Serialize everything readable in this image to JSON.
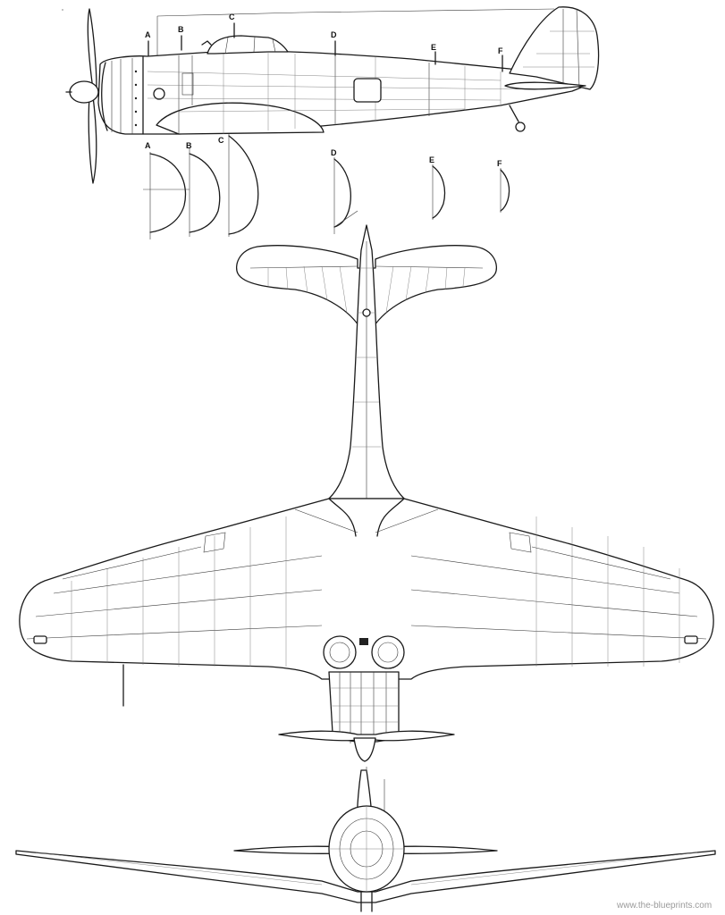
{
  "section_labels": [
    "A",
    "B",
    "C",
    "D",
    "E",
    "F"
  ],
  "watermark": "www.the-blueprints.com"
}
